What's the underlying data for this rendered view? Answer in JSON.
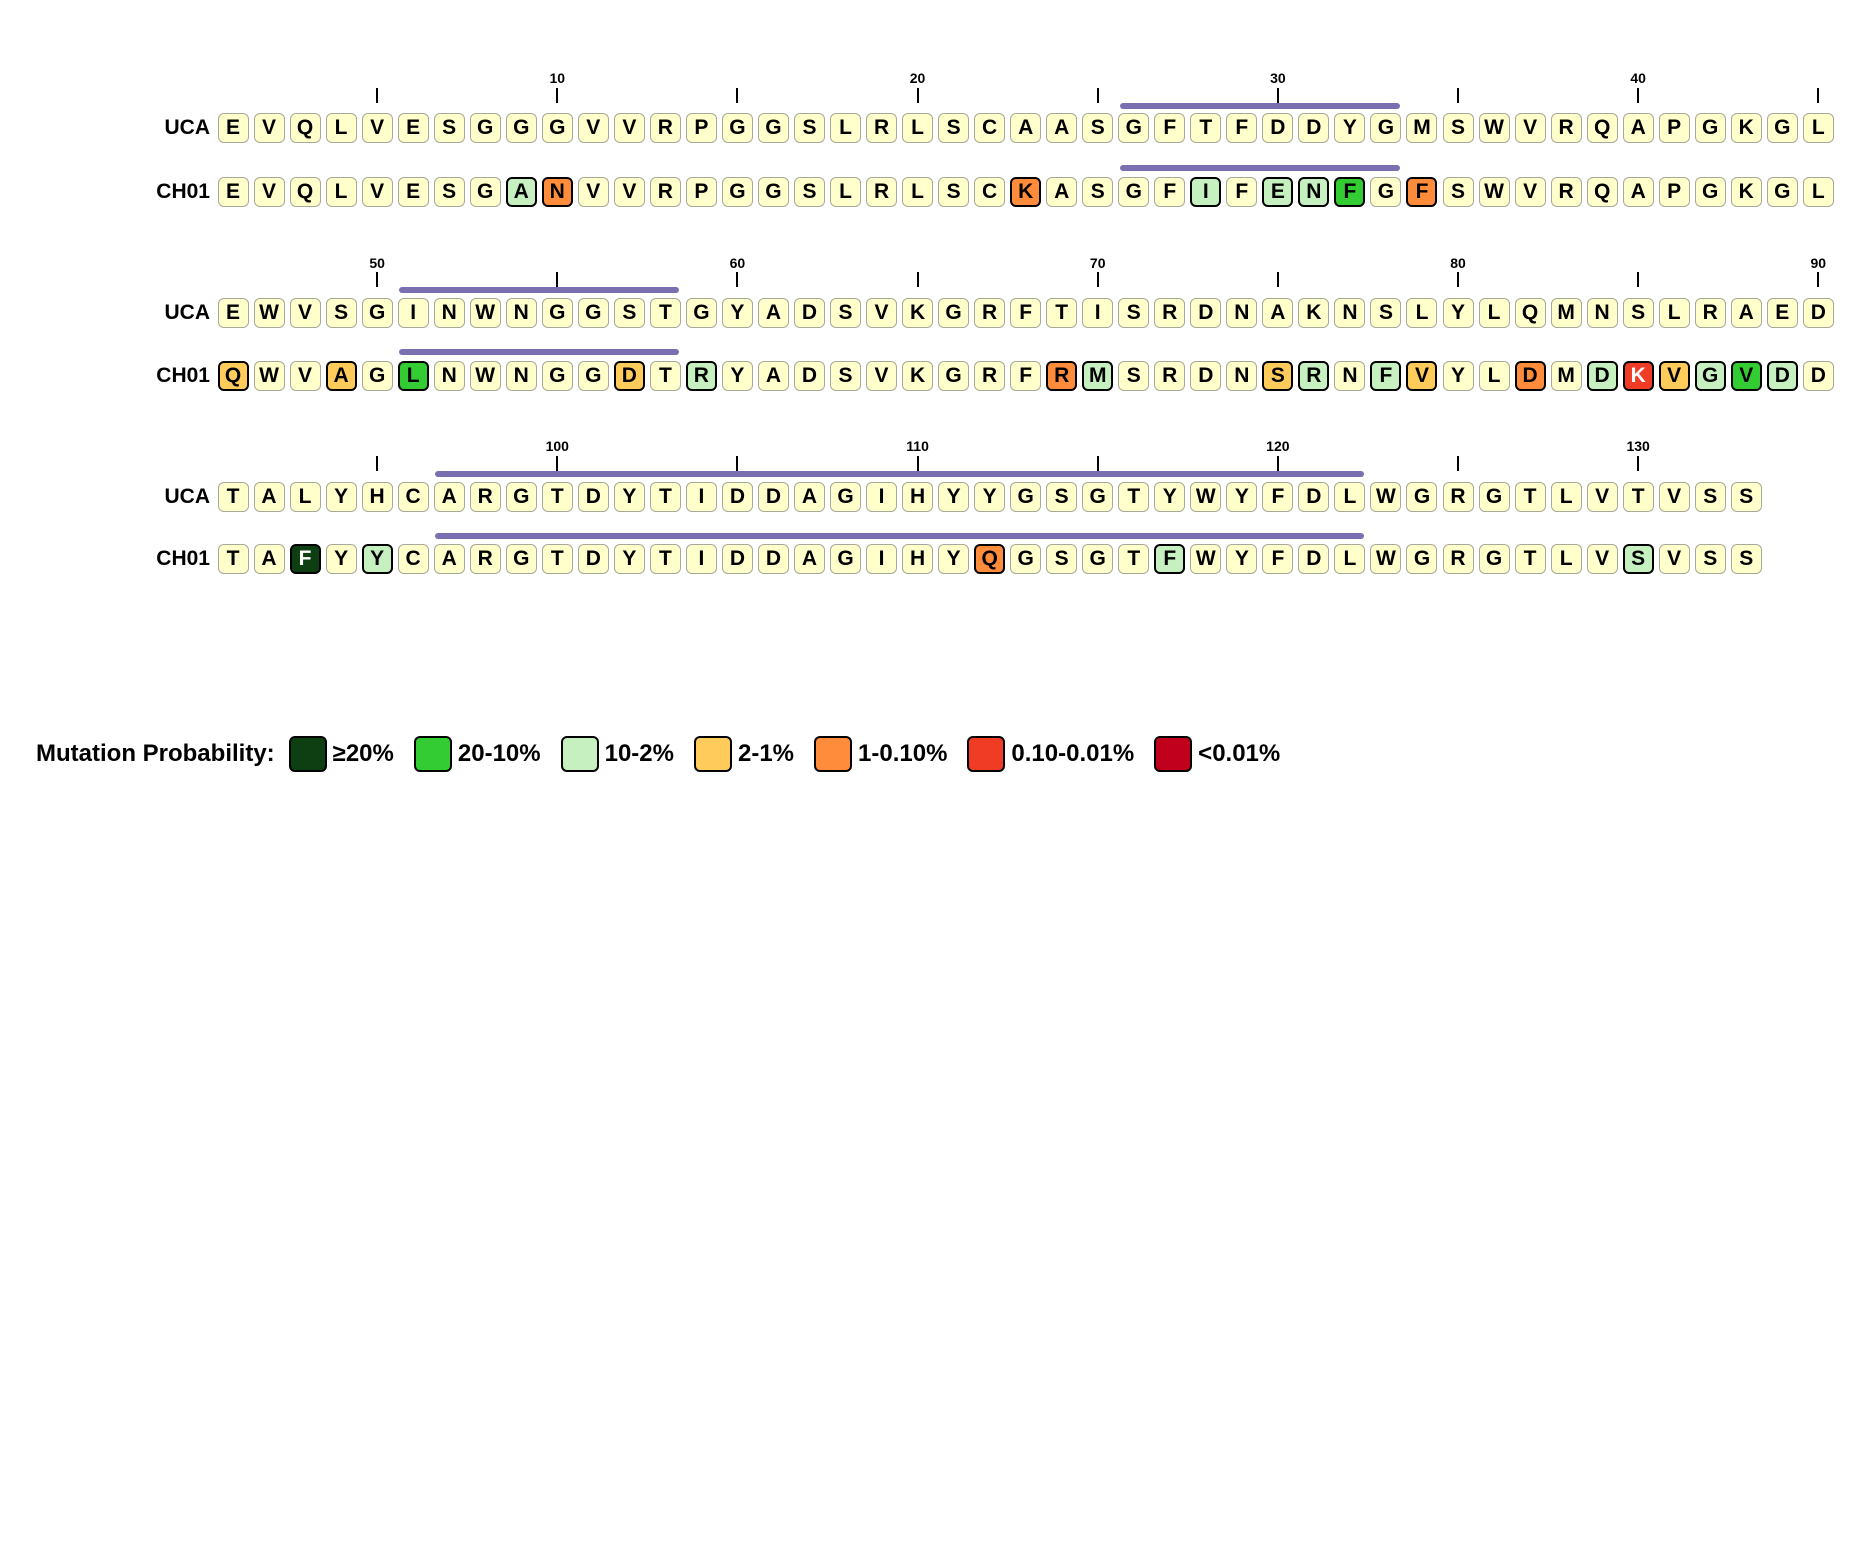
{
  "labels": {
    "uca": "UCA",
    "ch01": "CH01"
  },
  "legend": {
    "title": "Mutation Probability:",
    "levels": [
      {
        "key": "d",
        "label": "≥20%",
        "color": "#0d3f12"
      },
      {
        "key": "m",
        "label": "20-10%",
        "color": "#33cc33"
      },
      {
        "key": "l",
        "label": "10-2%",
        "color": "#c6f0c0"
      },
      {
        "key": "y",
        "label": "2-1%",
        "color": "#ffcc5c"
      },
      {
        "key": "o",
        "label": "1-0.10%",
        "color": "#ff8c3a"
      },
      {
        "key": "r",
        "label": "0.10-0.01%",
        "color": "#f03c24"
      },
      {
        "key": "x",
        "label": "<0.01%",
        "color": "#c0001c"
      }
    ]
  },
  "colors": {
    "base": "#ffffcc",
    "cdr_bar": "#7a6fb0"
  },
  "rows": [
    {
      "start": 1,
      "uca": [
        "E",
        "V",
        "Q",
        "L",
        "V",
        "E",
        "S",
        "G",
        "G",
        "G",
        "V",
        "V",
        "R",
        "P",
        "G",
        "G",
        "S",
        "L",
        "R",
        "L",
        "S",
        "C",
        "A",
        "A",
        "S",
        "G",
        "F",
        "T",
        "F",
        "D",
        "D",
        "Y",
        "G",
        "M",
        "S",
        "W",
        "V",
        "R",
        "Q",
        "A",
        "P",
        "G",
        "K",
        "G",
        "L"
      ],
      "ch01": [
        "E",
        "V",
        "Q",
        "L",
        "V",
        "E",
        "S",
        "G",
        "A",
        "N",
        "V",
        "V",
        "R",
        "P",
        "G",
        "G",
        "S",
        "L",
        "R",
        "L",
        "S",
        "C",
        "K",
        "A",
        "S",
        "G",
        "F",
        "I",
        "F",
        "E",
        "N",
        "F",
        "G",
        "F",
        "S",
        "W",
        "V",
        "R",
        "Q",
        "A",
        "P",
        "G",
        "K",
        "G",
        "L"
      ],
      "mutations": {
        "8": "l",
        "9": "o",
        "22": "o",
        "27": "l",
        "29": "l",
        "30": "l",
        "31": "m",
        "33": "o"
      },
      "tick_labels": [
        "10",
        "20",
        "30",
        "40"
      ],
      "cdr": [
        26,
        33
      ]
    },
    {
      "start": 46,
      "uca": [
        "E",
        "W",
        "V",
        "S",
        "G",
        "I",
        "N",
        "W",
        "N",
        "G",
        "G",
        "S",
        "T",
        "G",
        "Y",
        "A",
        "D",
        "S",
        "V",
        "K",
        "G",
        "R",
        "F",
        "T",
        "I",
        "S",
        "R",
        "D",
        "N",
        "A",
        "K",
        "N",
        "S",
        "L",
        "Y",
        "L",
        "Q",
        "M",
        "N",
        "S",
        "L",
        "R",
        "A",
        "E",
        "D"
      ],
      "ch01": [
        "Q",
        "W",
        "V",
        "A",
        "G",
        "L",
        "N",
        "W",
        "N",
        "G",
        "G",
        "D",
        "T",
        "R",
        "Y",
        "A",
        "D",
        "S",
        "V",
        "K",
        "G",
        "R",
        "F",
        "R",
        "M",
        "S",
        "R",
        "D",
        "N",
        "S",
        "R",
        "N",
        "F",
        "V",
        "Y",
        "L",
        "D",
        "M",
        "D",
        "K",
        "V",
        "G",
        "V",
        "D",
        "D"
      ],
      "mutations": {
        "0": "y",
        "3": "y",
        "5": "m",
        "11": "y",
        "13": "l",
        "23": "o",
        "24": "l",
        "29": "y",
        "30": "l",
        "32": "l",
        "33": "y",
        "36": "o",
        "38": "l",
        "39": "r",
        "40": "y",
        "41": "l",
        "42": "m",
        "43": "l"
      },
      "tick_labels": [
        "50",
        "60",
        "70",
        "80",
        "90"
      ],
      "cdr": [
        51,
        58
      ]
    },
    {
      "start": 91,
      "uca": [
        "T",
        "A",
        "L",
        "Y",
        "H",
        "C",
        "A",
        "R",
        "G",
        "T",
        "D",
        "Y",
        "T",
        "I",
        "D",
        "D",
        "A",
        "G",
        "I",
        "H",
        "Y",
        "Y",
        "G",
        "S",
        "G",
        "T",
        "Y",
        "W",
        "Y",
        "F",
        "D",
        "L",
        "W",
        "G",
        "R",
        "G",
        "T",
        "L",
        "V",
        "T",
        "V",
        "S",
        "S"
      ],
      "ch01": [
        "T",
        "A",
        "F",
        "Y",
        "Y",
        "C",
        "A",
        "R",
        "G",
        "T",
        "D",
        "Y",
        "T",
        "I",
        "D",
        "D",
        "A",
        "G",
        "I",
        "H",
        "Y",
        "Q",
        "G",
        "S",
        "G",
        "T",
        "F",
        "W",
        "Y",
        "F",
        "D",
        "L",
        "W",
        "G",
        "R",
        "G",
        "T",
        "L",
        "V",
        "S",
        "V",
        "S",
        "S"
      ],
      "mutations": {
        "2": "d",
        "4": "l",
        "21": "o",
        "26": "l",
        "39": "l"
      },
      "tick_labels": [
        "100",
        "110",
        "120",
        "130"
      ],
      "cdr": [
        97,
        122
      ]
    }
  ]
}
